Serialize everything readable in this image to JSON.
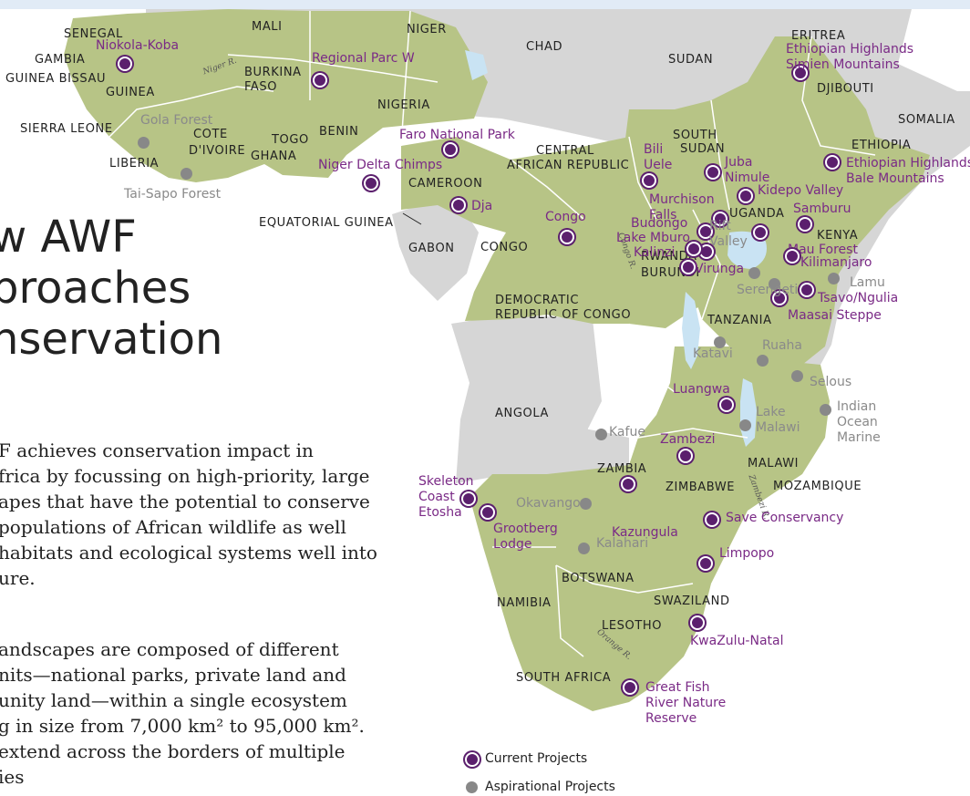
{
  "title_lines": [
    "w AWF",
    "proaches",
    "nservation"
  ],
  "paragraph1": [
    "F achieves conservation impact in",
    "frica by focussing on high-priority, large",
    "apes that have the potential to conserve",
    "populations of African wildlife as well",
    "habitats and ecological systems well into",
    "ure."
  ],
  "paragraph2": [
    "andscapes are composed of different",
    "nits—national parks, private land and",
    "unity land—within a single ecosystem",
    "g in size from 7,000 km² to 95,000 km².",
    "extend across the borders of multiple",
    "ies"
  ],
  "countries": [
    {
      "text": "SENEGAL"
    },
    {
      "text": "MALI"
    },
    {
      "text": "NIGER"
    },
    {
      "text": "CHAD"
    },
    {
      "text": "SUDAN"
    },
    {
      "text": "ERITREA"
    },
    {
      "text": "GAMBIA"
    },
    {
      "text": "GUINEA BISSAU"
    },
    {
      "text": "GUINEA"
    },
    {
      "text": "BURKINA"
    },
    {
      "text": "FASO"
    },
    {
      "text": "NIGERIA"
    },
    {
      "text": "DJIBOUTI"
    },
    {
      "text": "SOMALIA"
    },
    {
      "text": "SIERRA LEONE"
    },
    {
      "text": "COTE"
    },
    {
      "text": "D'IVOIRE"
    },
    {
      "text": "TOGO"
    },
    {
      "text": "GHANA"
    },
    {
      "text": "BENIN"
    },
    {
      "text": "LIBERIA"
    },
    {
      "text": "SOUTH"
    },
    {
      "text": "SUDAN"
    },
    {
      "text": "CENTRAL"
    },
    {
      "text": "AFRICAN REPUBLIC"
    },
    {
      "text": "ETHIOPIA"
    },
    {
      "text": "CAMEROON"
    },
    {
      "text": "EQUATORIAL GUINEA"
    },
    {
      "text": "UGANDA"
    },
    {
      "text": "KENYA"
    },
    {
      "text": "GABON"
    },
    {
      "text": "CONGO"
    },
    {
      "text": "RWANDA"
    },
    {
      "text": "BURUNDI"
    },
    {
      "text": "DEMOCRATIC"
    },
    {
      "text": "REPUBLIC OF CONGO"
    },
    {
      "text": "TANZANIA"
    },
    {
      "text": "ANGOLA"
    },
    {
      "text": "MALAWI"
    },
    {
      "text": "ZAMBIA"
    },
    {
      "text": "ZIMBABWE"
    },
    {
      "text": "MOZAMBIQUE"
    },
    {
      "text": "BOTSWANA"
    },
    {
      "text": "NAMIBIA"
    },
    {
      "text": "SWAZILAND"
    },
    {
      "text": "LESOTHO"
    },
    {
      "text": "SOUTH AFRICA"
    }
  ],
  "current_projects": [
    {
      "label": "Niokola-Koba"
    },
    {
      "label": "Regional Parc W"
    },
    {
      "label": "Ethiopian Highlands\nSimien Mountains"
    },
    {
      "label": "Faro National Park"
    },
    {
      "label": "Niger Delta Chimps"
    },
    {
      "label": "Dja"
    },
    {
      "label": "Congo"
    },
    {
      "label": "Bili\nUele"
    },
    {
      "label": "Juba\nNimule"
    },
    {
      "label": "Kidepo Valley"
    },
    {
      "label": "Murchison\nFalls"
    },
    {
      "label": "Budongo"
    },
    {
      "label": "Lake Mburo"
    },
    {
      "label": "Kalinzi"
    },
    {
      "label": "Virunga"
    },
    {
      "label": "Ethiopian Highlands\nBale Mountains"
    },
    {
      "label": "Samburu"
    },
    {
      "label": "Mau Forest"
    },
    {
      "label": "Kilimanjaro"
    },
    {
      "label": "Tsavo/Ngulia"
    },
    {
      "label": "Maasai Steppe"
    },
    {
      "label": "Luangwa"
    },
    {
      "label": "Zambezi"
    },
    {
      "label": "Kazungula"
    },
    {
      "label": "Skeleton\nCoast\nEtosha"
    },
    {
      "label": "Grootberg\nLodge"
    },
    {
      "label": "Save Conservancy"
    },
    {
      "label": "Limpopo"
    },
    {
      "label": "KwaZulu-Natal"
    },
    {
      "label": "Great Fish\nRiver Nature\nReserve"
    }
  ],
  "aspirational_projects": [
    {
      "label": "Gola Forest"
    },
    {
      "label": "Tai-Sapo Forest"
    },
    {
      "label": "Rift\nValley"
    },
    {
      "label": "Lamu"
    },
    {
      "label": "Serengeti"
    },
    {
      "label": "Katavi"
    },
    {
      "label": "Ruaha"
    },
    {
      "label": "Selous"
    },
    {
      "label": "Indian\nOcean\nMarine"
    },
    {
      "label": "Lake\nMalawi"
    },
    {
      "label": "Kafue"
    },
    {
      "label": "Okavango"
    },
    {
      "label": "Kalahari"
    }
  ],
  "rivers": [
    {
      "text": "Niger R."
    },
    {
      "text": "Congo R."
    },
    {
      "text": "Zambezi R."
    },
    {
      "text": "Orange R."
    }
  ],
  "legend": {
    "current_label": "Current Projects",
    "aspirational_label": "Aspirational Projects"
  },
  "colors": {
    "land": "#b7c486",
    "other_land": "#d6d6d6",
    "ocean": "#ffffff",
    "water": "#c9e3f3",
    "border": "#ffffff",
    "current": "#5b1f6d",
    "current_text": "#7a2a86",
    "aspirational": "#888888",
    "aspirational_text": "#8a8a8a"
  }
}
